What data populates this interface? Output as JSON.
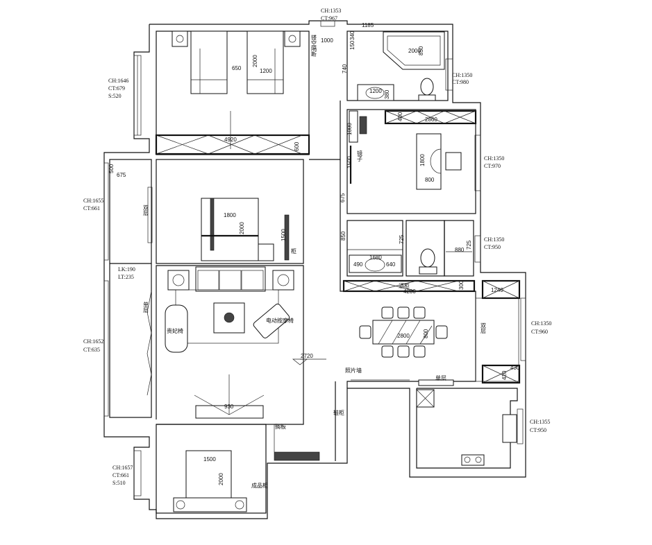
{
  "title": "Apartment floor plan layout",
  "windows": {
    "top_entry": {
      "ch": "CH:1353",
      "ct": "CT:967"
    },
    "master_bedroom": {
      "ch": "CH:1646",
      "ct": "CT:679",
      "s": "S:520"
    },
    "top_bath": {
      "ch": "CH:1350",
      "ct": "CT:980"
    },
    "study": {
      "ch": "CH:1350",
      "ct": "CT:970"
    },
    "lower_bath": {
      "ch": "CH:1350",
      "ct": "CT:950"
    },
    "dining": {
      "ch": "CH:1350",
      "ct": "CT:960"
    },
    "kitchen": {
      "ch": "CH:1355",
      "ct": "CT:950"
    },
    "left_balcony_top": {
      "ch": "CH:1655",
      "ct": "CT:661"
    },
    "left_balcony_door": {
      "lk": "LK:190",
      "lt": "LT:235"
    },
    "left_balcony_bottom": {
      "ch": "CH:1652",
      "ct": "CT:635"
    },
    "bottom_bedroom": {
      "ch": "CH:1657",
      "ct": "CT:661",
      "s": "S:510"
    }
  },
  "master_bedroom": {
    "bed_gap": "650",
    "bed_width": "1200",
    "bed_length": "2000",
    "wardrobe_length": "4920",
    "wardrobe_depth": "600",
    "partition_label": "镂空隔断",
    "partition_width": "1000"
  },
  "top_bath": {
    "width": "1185",
    "d1": "340",
    "d2": "150",
    "d3": "740",
    "tub_length": "2000",
    "tub_width": "850",
    "vanity": "1200",
    "vanity_depth": "380"
  },
  "study": {
    "shelf_length": "1000",
    "cabinet_depth": "400",
    "cabinet_length": "2860",
    "desk_length": "1800",
    "desk_width": "800",
    "mirror_label": "镜子",
    "mirror_length": "1500",
    "gap": "675"
  },
  "lower_bath": {
    "d850": "850",
    "d725a": "725",
    "vanity": "1680",
    "d490": "490",
    "d640": "640",
    "shower": "880",
    "d725b": "725"
  },
  "dining": {
    "wine_cabinet_label": "酒柜",
    "wine_cabinet_length": "4200",
    "wine_cabinet_depth": "300",
    "side_cabinet": "1240",
    "side_d1": "420",
    "side_d2": "430",
    "table_length": "2800",
    "table_width": "800",
    "double_layer": "双层",
    "photo_wall": "照片墙",
    "single_layer": "单层"
  },
  "hall": {
    "shoe_cabinet": "鞋柜"
  },
  "left_balcony": {
    "double_layer": "双层",
    "single_layer": "单层",
    "d500": "500",
    "d675": "675"
  },
  "bedroom2": {
    "bed_width": "1800",
    "bed_length": "2000",
    "wardrobe": "1500",
    "wardrobe_label": "柜"
  },
  "living_room": {
    "chaise_label": "贵妃椅",
    "massage_chair_label": "电动按摩椅",
    "ceiling_height": "2720",
    "tv_cabinet": "930"
  },
  "bottom_bedroom": {
    "shelf_label": "搁板",
    "bed_width": "1500",
    "bed_length": "2000",
    "cabinet_label": "成品柜"
  }
}
